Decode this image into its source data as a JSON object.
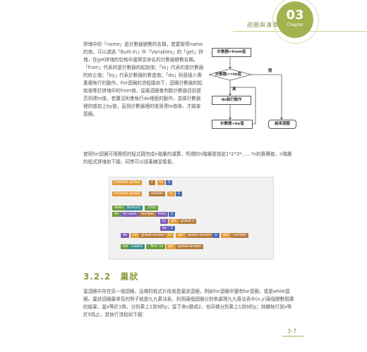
{
  "header": {
    "title": "迴圈與清單",
    "chapter_number": "03",
    "chapter_label": "Chapter"
  },
  "paragraph_left": "拼塊中的「name」是計數器變數的名稱，若要取得name的值，可以透過「Built-In」中「Variables」的「get」拼塊，在get拼塊的空格中選擇您命名的計數器變數名稱。「from」代表的是計數器的起始值；「to」代表的是計數器的終止值；「by」代表計數器的累進值；「do」則是插入需重複執行的動作。For迴圈的流程圖如下，迴圈計數器的起始值等於拼塊中的from值，接著迴圈會判斷計數器目前是否到達to值，若還沒則會執行do裡面的動作，並將計數器裡的值加上by值，直到計數器裡的值到達to值後，才結束迴圈。",
  "flowchart": {
    "start": "計數器=from值",
    "condition": "計數器<=to值",
    "true_label": "真",
    "false_label": "假",
    "action": "do執行動作",
    "increment": "計數器+by值",
    "end": "結束迴圈"
  },
  "paragraph_wide": "使用for迴圈可用簡短的程式碼完成n階層的運算，所謂的n階層是指從1*2*3*……*n的乘積值，n階層的程式拼塊如下圖，同學可以試著練習看看。",
  "code": {
    "line1_a": "initialize global",
    "line1_b": "n",
    "line1_c": "to",
    "line1_d": "5",
    "line2_a": "initialize global",
    "line2_b": "answer",
    "line2_c": "to",
    "line2_d": "1",
    "event_a": "when",
    "event_b": "Button1",
    "event_c": ".Click",
    "for_a": "do",
    "for_b": "for each",
    "for_c": "number",
    "for_d": "from",
    "for_e": "1",
    "to_a": "to",
    "to_b": "get",
    "to_c": "global n",
    "by_a": "by",
    "by_b": "1",
    "set_a": "do",
    "set_b": "set",
    "set_c": "global answer",
    "set_d": "to",
    "mul_a": "get",
    "mul_b": "global answer",
    "mul_c": "×",
    "mul_d": "get",
    "mul_e": "number",
    "lbl_a": "set",
    "lbl_b": "Label1",
    "lbl_c": ". Text",
    "lbl_d": "to",
    "lbl_e": "get",
    "lbl_f": "global answer"
  },
  "section": {
    "number": "3.2.2",
    "title": "巢狀"
  },
  "paragraph_nested": "當迴圈中存在另一個迴圈，這樣的程式片段就是巢狀迴圈，例如for迴圈中還有for迴圈，或是while迴圈。巢狀迴圈最常見的例子就是九九乘法表，利用兩個迴圈分別來處理九九乘法表中(x,y)兩個變數相乘的結果，當x等於1時，分別乘上1到9的y；接下來x變成2，也同樣分別乘上1到9的y；持續執行到x等於9為止，其執行流程如下圖：",
  "page_number": "3-7",
  "colors": {
    "accent": "#a3b24e",
    "accent_text": "#8a9a3a"
  }
}
